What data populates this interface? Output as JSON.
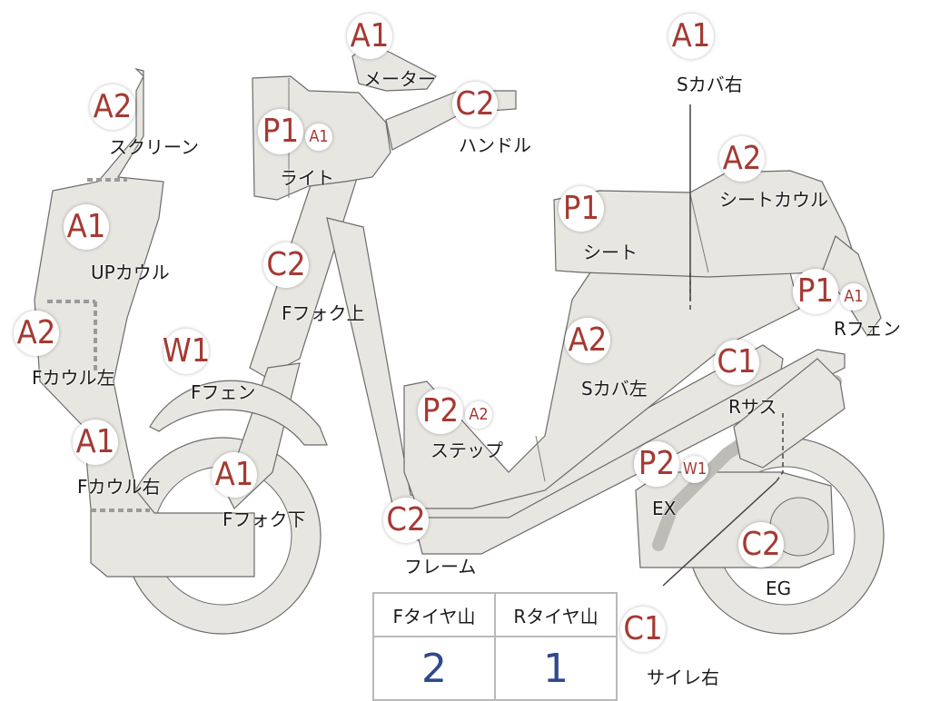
{
  "parts": {
    "screen": {
      "label": "スクリーン",
      "grade": "A2"
    },
    "up_cowl": {
      "label": "UPカウル",
      "grade": "A1"
    },
    "f_cowl_left": {
      "label": "Fカウル左",
      "grade": "A2"
    },
    "f_cowl_right": {
      "label": "Fカウル右",
      "grade": "A1"
    },
    "meter": {
      "label": "メーター",
      "grade": "A1"
    },
    "light": {
      "label": "ライト",
      "grade": "P1",
      "sub_grade": "A1"
    },
    "handle": {
      "label": "ハンドル",
      "grade": "C2"
    },
    "f_fork_upper": {
      "label": "Fフォク上",
      "grade": "C2"
    },
    "f_fender": {
      "label": "Fフェン",
      "grade": "W1"
    },
    "f_fork_lower": {
      "label": "Fフォク下",
      "grade": "A1"
    },
    "s_cover_right": {
      "label": "Sカバ右",
      "grade": "A1"
    },
    "seat_cowl": {
      "label": "シートカウル",
      "grade": "A2"
    },
    "seat": {
      "label": "シート",
      "grade": "P1"
    },
    "r_fender": {
      "label": "Rフェン",
      "grade": "P1",
      "sub_grade": "A1"
    },
    "s_cover_left": {
      "label": "Sカバ左",
      "grade": "A2"
    },
    "step": {
      "label": "ステップ",
      "grade": "P2",
      "sub_grade": "A2"
    },
    "r_suspension": {
      "label": "Rサス",
      "grade": "C1"
    },
    "exhaust": {
      "label": "EX",
      "grade": "P2",
      "sub_grade": "W1"
    },
    "frame": {
      "label": "フレーム",
      "grade": "C2"
    },
    "engine": {
      "label": "EG",
      "grade": "C2"
    },
    "side_cover_right": {
      "label": "サイレ右",
      "grade": "C1"
    }
  },
  "tires": {
    "front_label": "Fタイヤ山",
    "rear_label": "Rタイヤ山",
    "front_value": "2",
    "rear_value": "1"
  },
  "colors": {
    "grade_text": "#a43a33",
    "tire_value": "#2f4a8a",
    "part_fill": "#e7e6e1"
  }
}
